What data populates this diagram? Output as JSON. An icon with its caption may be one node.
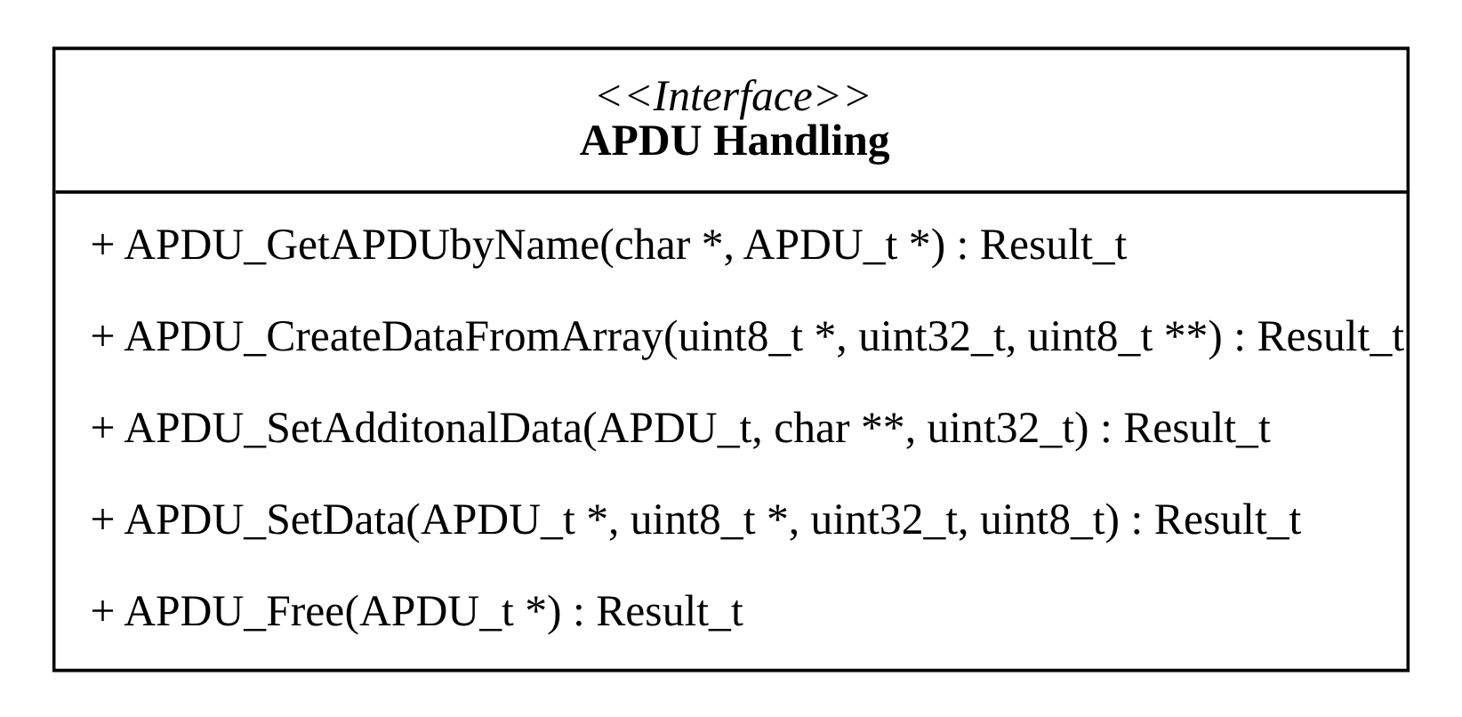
{
  "diagram": {
    "nodes": [
      {
        "text": [
          "<<Interface>>",
          "APDU Handling",
          "+ APDU_GetAPDUbyName(char *, APDU_t *) : Result_t",
          "+ APDU_CreateDataFromArray(uint8_t *, uint32_t, uint8_t **) : Result_t",
          "+ APDU_SetAdditonalData(APDU_t, char **, uint32_t) : Result_t",
          "+ APDU_SetData(APDU_t *, uint8_t *, uint32_t, uint8_t) : Result_t",
          "+ APDU_Free(APDU_t *) : Result_t"
        ]
      }
    ]
  }
}
